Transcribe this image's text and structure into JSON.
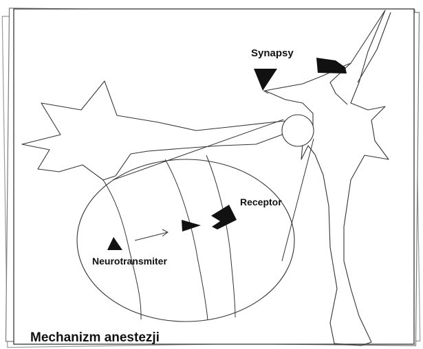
{
  "labels": {
    "synapsy": "Synapsy",
    "receptor": "Receptor",
    "neurotransmitter": "Neurotransmiter",
    "title": "Mechanizm anestezji"
  },
  "colors": {
    "ink": "#111111",
    "line": "#333333",
    "paper": "#ffffff",
    "shadow": "#cfcfcf"
  }
}
